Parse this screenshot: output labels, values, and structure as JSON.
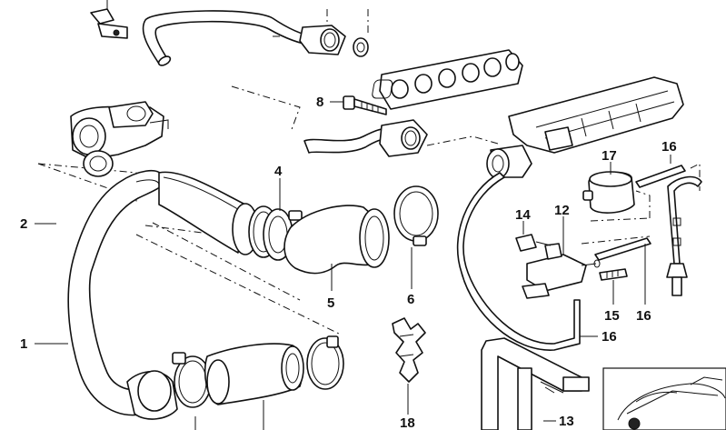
{
  "title": "Intake / turbocharger hose parts diagram",
  "colors": {
    "line": "#111111",
    "background": "#ffffff"
  },
  "callouts": [
    {
      "id": "c1",
      "label": "1"
    },
    {
      "id": "c2",
      "label": "2"
    },
    {
      "id": "c4",
      "label": "4"
    },
    {
      "id": "c5",
      "label": "5"
    },
    {
      "id": "c6",
      "label": "6"
    },
    {
      "id": "c8",
      "label": "8"
    },
    {
      "id": "c12",
      "label": "12"
    },
    {
      "id": "c13",
      "label": "13"
    },
    {
      "id": "c14",
      "label": "14"
    },
    {
      "id": "c15",
      "label": "15"
    },
    {
      "id": "c16a",
      "label": "16"
    },
    {
      "id": "c16b",
      "label": "16"
    },
    {
      "id": "c16c",
      "label": "16"
    },
    {
      "id": "c17",
      "label": "17"
    },
    {
      "id": "c18",
      "label": "18"
    }
  ],
  "icons": [
    "vehicle-location-icon"
  ]
}
